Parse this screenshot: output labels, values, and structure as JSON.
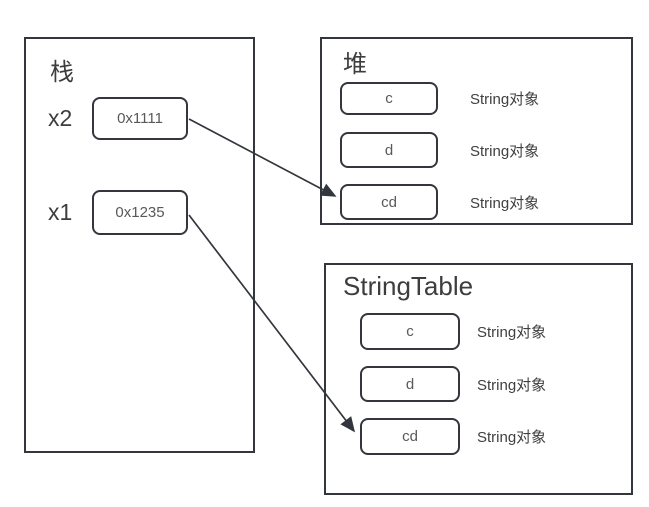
{
  "stack": {
    "title": "栈",
    "variables": [
      {
        "name": "x2",
        "value": "0x1111"
      },
      {
        "name": "x1",
        "value": "0x1235"
      }
    ]
  },
  "heap": {
    "title": "堆",
    "rows": [
      {
        "value": "c",
        "label": "String对象"
      },
      {
        "value": "d",
        "label": "String对象"
      },
      {
        "value": "cd",
        "label": "String对象"
      }
    ]
  },
  "string_table": {
    "title": "StringTable",
    "rows": [
      {
        "value": "c",
        "label": "String对象"
      },
      {
        "value": "d",
        "label": "String对象"
      },
      {
        "value": "cd",
        "label": "String对象"
      }
    ]
  },
  "connections": [
    {
      "from": "x2 0x1111",
      "to": "堆 cd"
    },
    {
      "from": "x1 0x1235",
      "to": "StringTable cd"
    }
  ],
  "colors": {
    "border": "#33363d",
    "arrow": "#33363d",
    "title_text": "#3d3d3d",
    "value_text": "#595959",
    "label_text": "#404040",
    "background": "#ffffff"
  }
}
